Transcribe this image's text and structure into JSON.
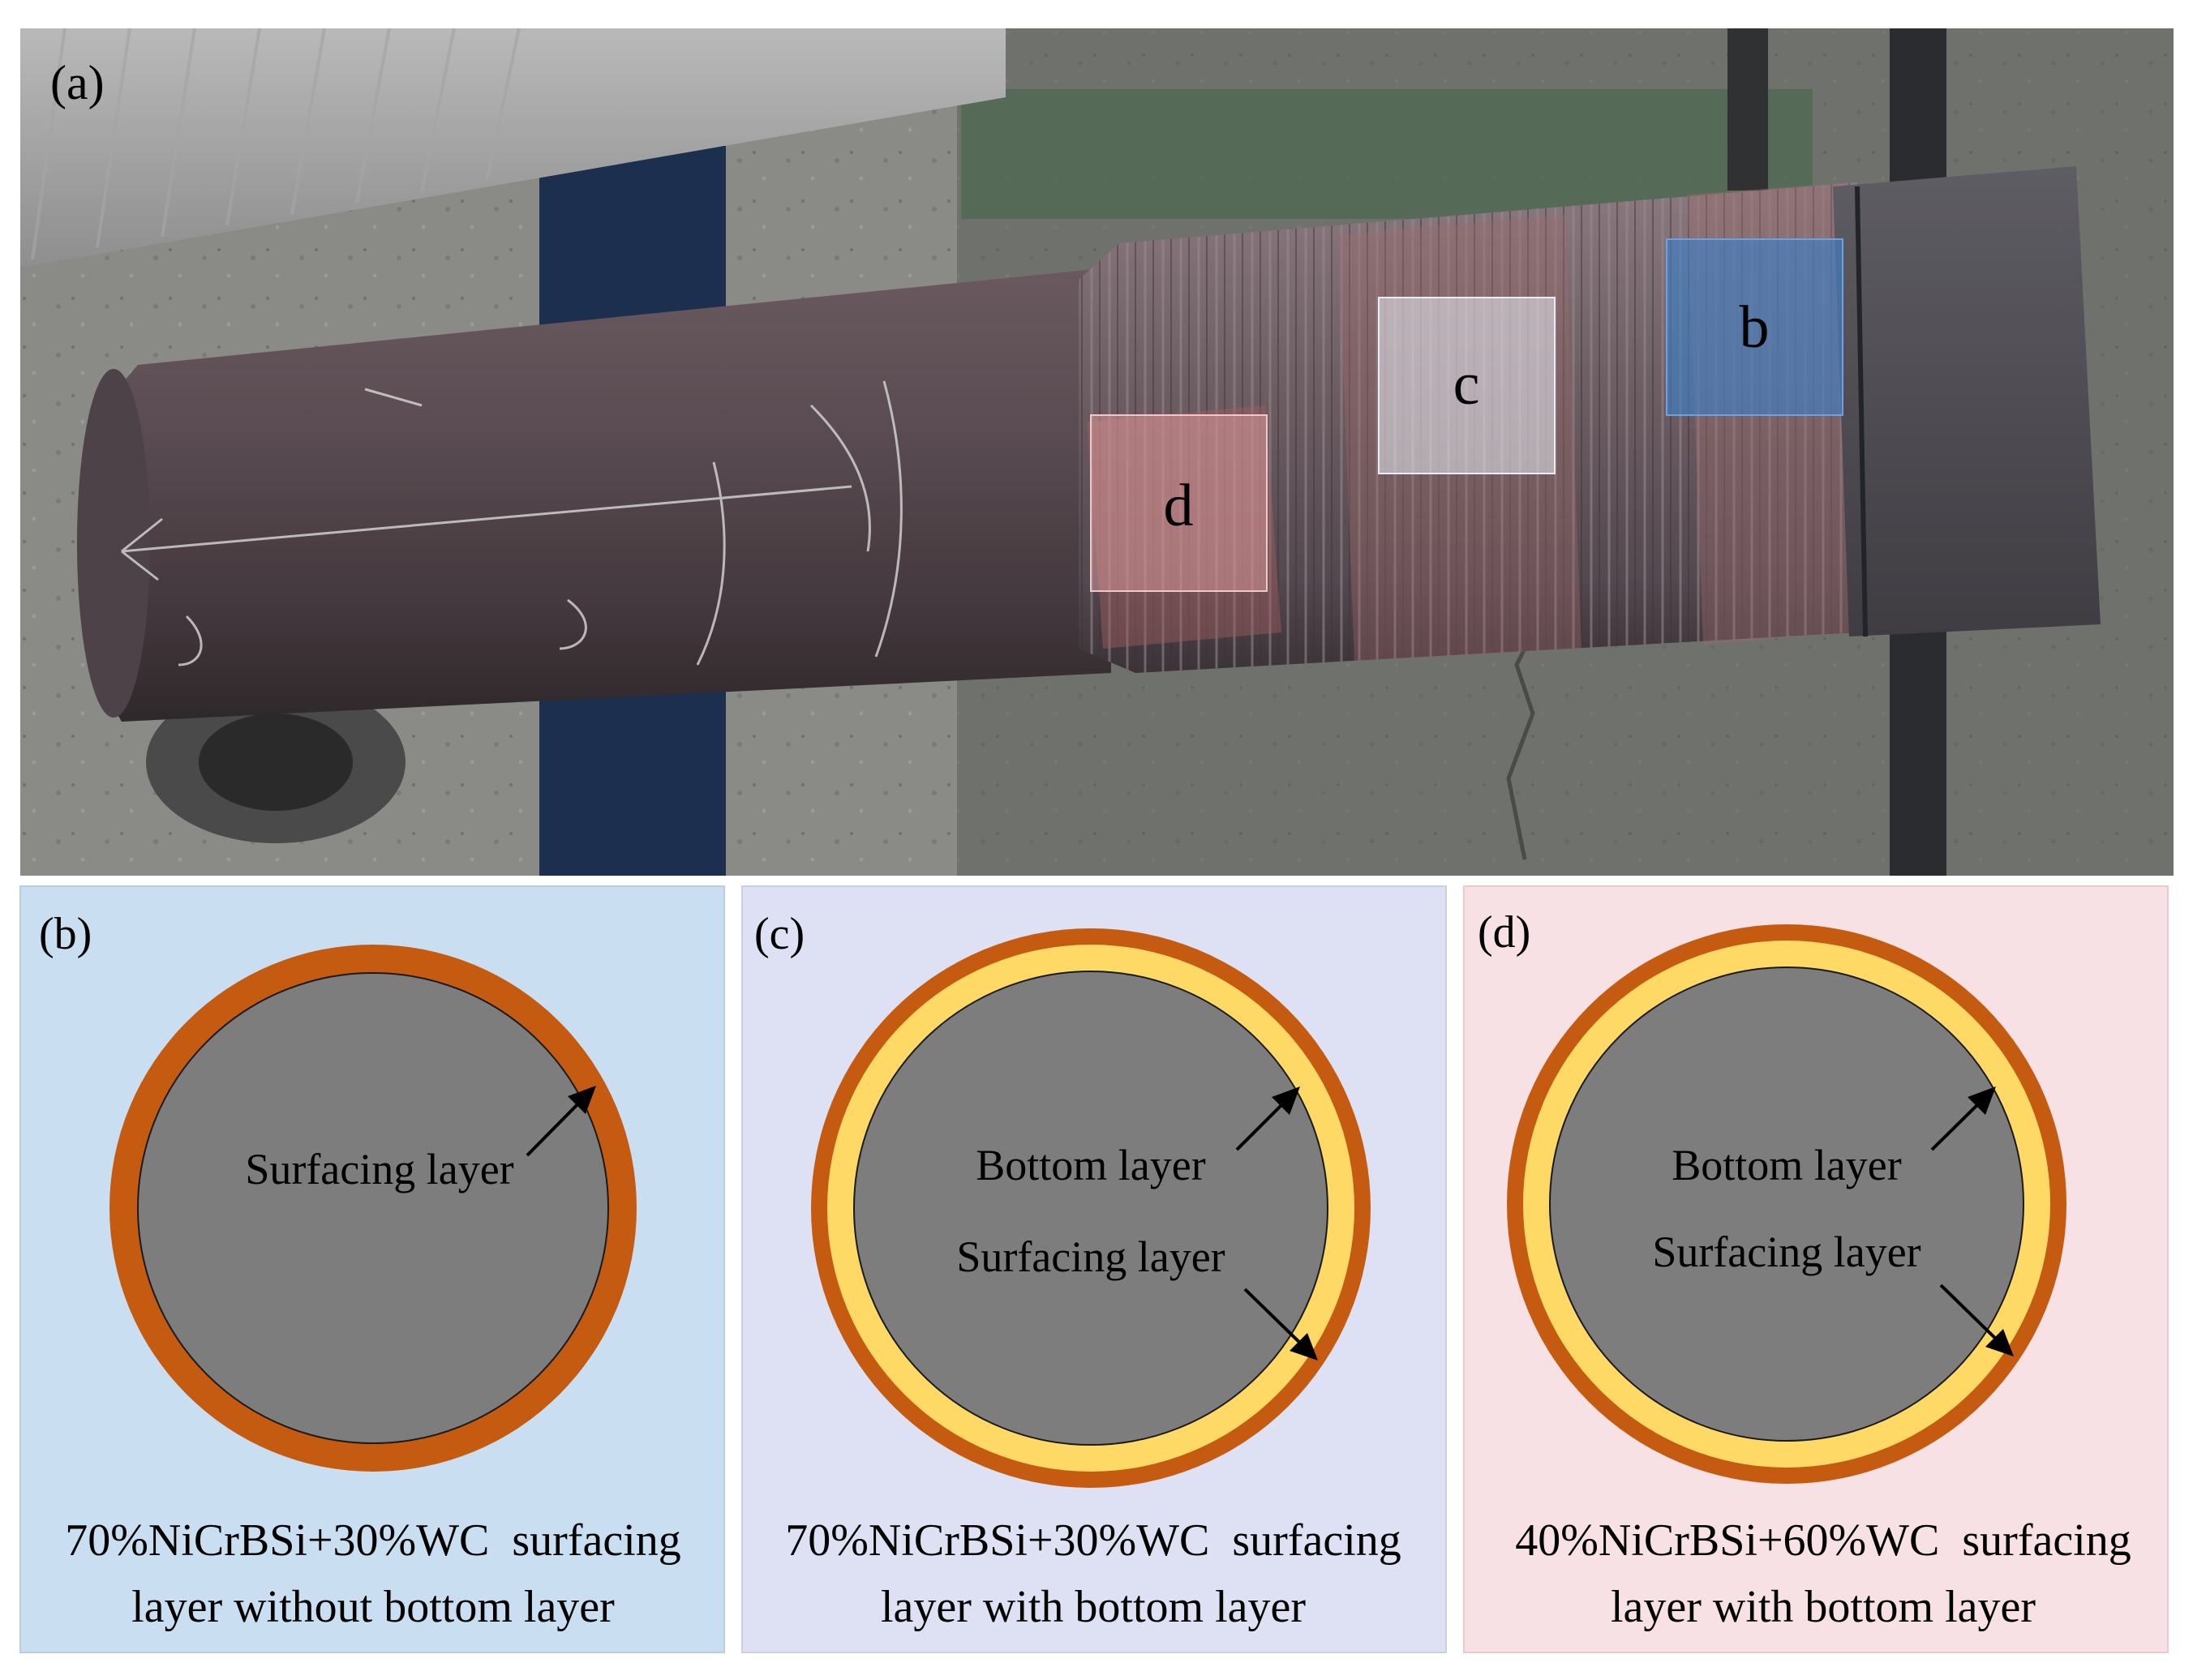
{
  "figure": {
    "photo": {
      "label": "(a)",
      "region_labels": {
        "b": "b",
        "c": "c",
        "d": "d"
      }
    },
    "panels": [
      {
        "id": "b",
        "label": "(b)",
        "background": "#c9dff1",
        "has_bottom_layer": false,
        "layers": [
          "Surfacing layer"
        ],
        "caption_line1": "70%NiCrBSi+30%WC  surfacing",
        "caption_line2": "layer without bottom layer"
      },
      {
        "id": "c",
        "label": "(c)",
        "background": "#dde1f3",
        "has_bottom_layer": true,
        "layers": [
          "Bottom layer",
          "Surfacing layer"
        ],
        "caption_line1": "70%NiCrBSi+30%WC  surfacing",
        "caption_line2": "layer with bottom layer"
      },
      {
        "id": "d",
        "label": "(d)",
        "background": "#f8e1e4",
        "has_bottom_layer": true,
        "layers": [
          "Bottom layer",
          "Surfacing layer"
        ],
        "caption_line1": "40%NiCrBSi+60%WC  surfacing",
        "caption_line2": "layer with bottom layer"
      }
    ],
    "colors": {
      "core": "#7d7d7d",
      "surfacing_ring": "#c55a11",
      "bottom_ring": "#ffd966",
      "label_text": "#000000"
    }
  }
}
